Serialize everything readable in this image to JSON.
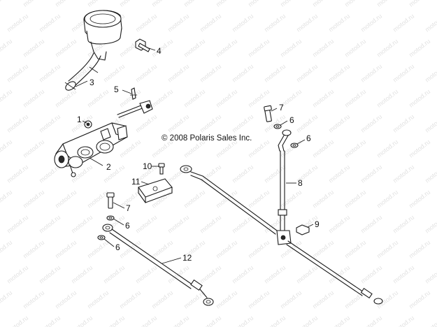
{
  "copyright": "© 2008 Polaris Sales Inc.",
  "watermark_text": "motod.ru",
  "callouts": [
    {
      "id": "callout-1",
      "label": "1"
    },
    {
      "id": "callout-2",
      "label": "2"
    },
    {
      "id": "callout-3",
      "label": "3"
    },
    {
      "id": "callout-4",
      "label": "4"
    },
    {
      "id": "callout-5",
      "label": "5"
    },
    {
      "id": "callout-6a",
      "label": "6"
    },
    {
      "id": "callout-6b",
      "label": "6"
    },
    {
      "id": "callout-6c",
      "label": "6"
    },
    {
      "id": "callout-6d",
      "label": "6"
    },
    {
      "id": "callout-7a",
      "label": "7"
    },
    {
      "id": "callout-7b",
      "label": "7"
    },
    {
      "id": "callout-8",
      "label": "8"
    },
    {
      "id": "callout-9",
      "label": "9"
    },
    {
      "id": "callout-10",
      "label": "10"
    },
    {
      "id": "callout-11",
      "label": "11"
    },
    {
      "id": "callout-12",
      "label": "12"
    }
  ]
}
